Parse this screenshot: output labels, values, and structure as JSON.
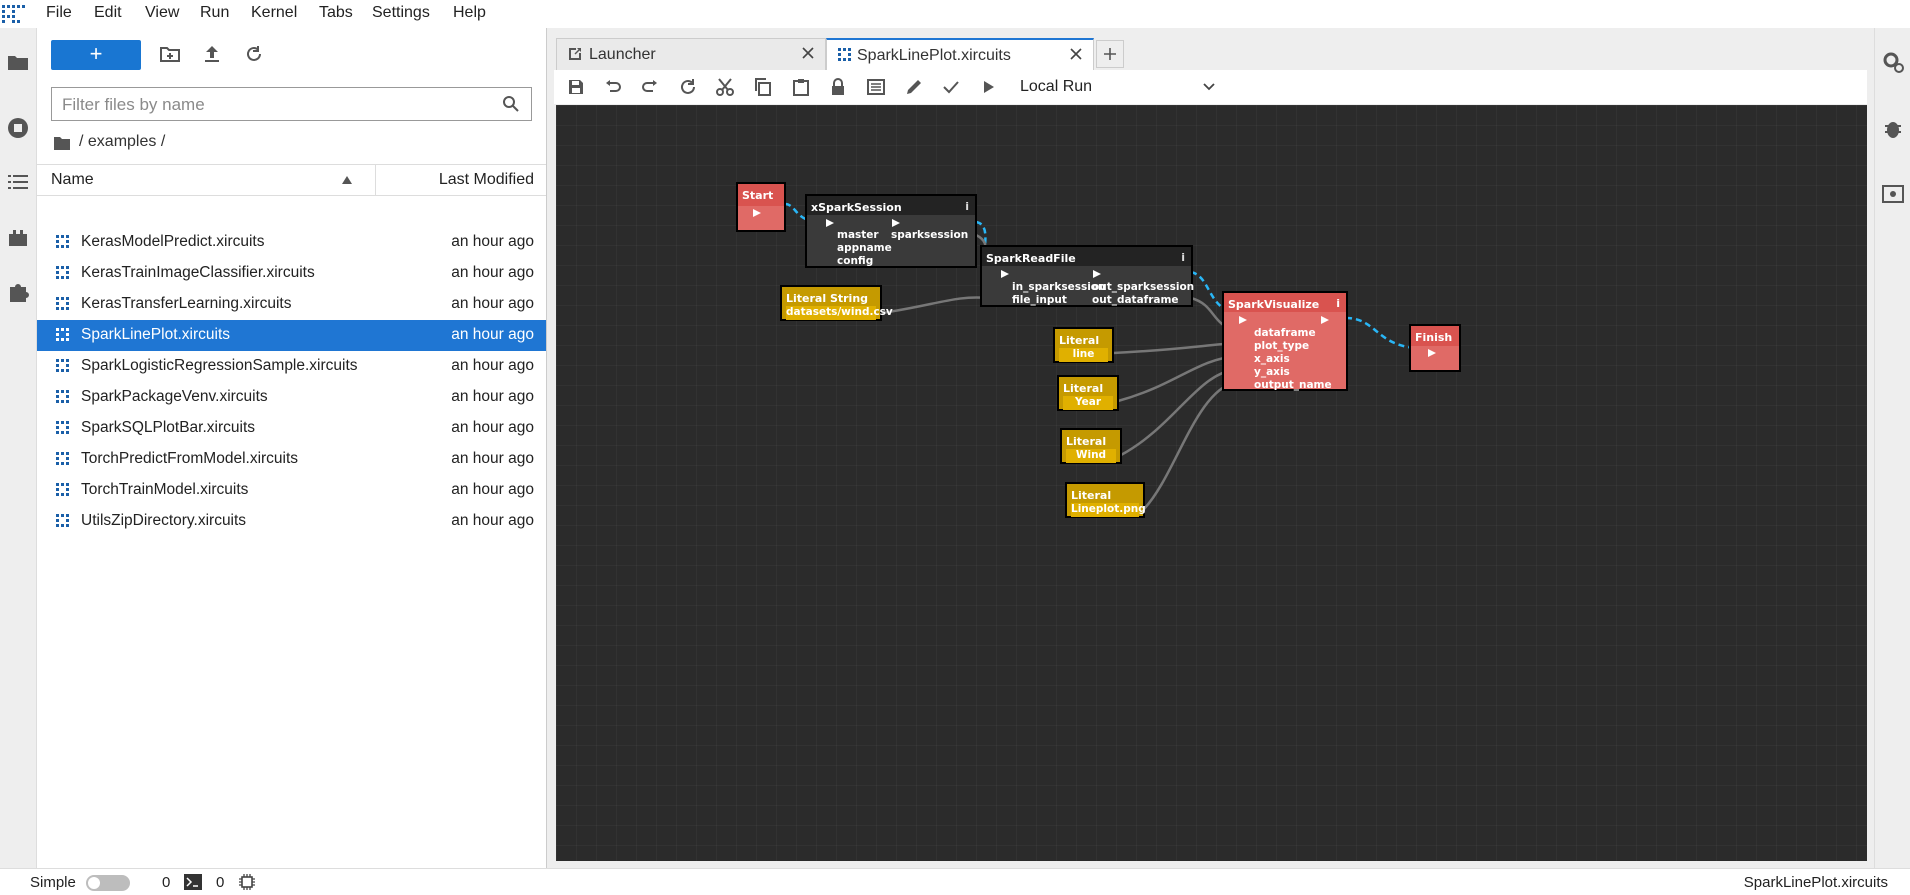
{
  "menubar": {
    "items": [
      "File",
      "Edit",
      "View",
      "Run",
      "Kernel",
      "Tabs",
      "Settings",
      "Help"
    ]
  },
  "filebrowser": {
    "new_label": "+",
    "filter_placeholder": "Filter files by name",
    "breadcrumb": "/ examples /",
    "headers": {
      "name": "Name",
      "modified": "Last Modified"
    },
    "files": [
      {
        "name": "KerasModelPredict.xircuits",
        "modified": "an hour ago"
      },
      {
        "name": "KerasTrainImageClassifier.xircuits",
        "modified": "an hour ago"
      },
      {
        "name": "KerasTransferLearning.xircuits",
        "modified": "an hour ago"
      },
      {
        "name": "SparkLinePlot.xircuits",
        "modified": "an hour ago"
      },
      {
        "name": "SparkLogisticRegressionSample.xircuits",
        "modified": "an hour ago"
      },
      {
        "name": "SparkPackageVenv.xircuits",
        "modified": "an hour ago"
      },
      {
        "name": "SparkSQLPlotBar.xircuits",
        "modified": "an hour ago"
      },
      {
        "name": "TorchPredictFromModel.xircuits",
        "modified": "an hour ago"
      },
      {
        "name": "TorchTrainModel.xircuits",
        "modified": "an hour ago"
      },
      {
        "name": "UtilsZipDirectory.xircuits",
        "modified": "an hour ago"
      }
    ]
  },
  "tabs": [
    {
      "label": "Launcher"
    },
    {
      "label": "SparkLinePlot.xircuits"
    }
  ],
  "toolbar": {
    "runner": "Local Run"
  },
  "nodes": {
    "start": {
      "title": "Start"
    },
    "finish": {
      "title": "Finish"
    },
    "xspark": {
      "title": "xSparkSession",
      "info": "i",
      "in_ports": [
        "master",
        "appname",
        "config"
      ],
      "out_port": "sparksession"
    },
    "readfile": {
      "title": "SparkReadFile",
      "info": "i",
      "in_ports": [
        "in_sparksession",
        "file_input"
      ],
      "out_ports": [
        "out_sparksession",
        "out_dataframe"
      ]
    },
    "visualize": {
      "title": "SparkVisualize",
      "info": "i",
      "in_ports": [
        "dataframe",
        "plot_type",
        "x_axis",
        "y_axis",
        "output_name"
      ]
    },
    "lit1": {
      "title": "Literal String",
      "value": "datasets/wind.csv"
    },
    "lit2": {
      "title": "Literal String",
      "value": "line"
    },
    "lit3": {
      "title": "Literal String",
      "value": "Year"
    },
    "lit4": {
      "title": "Literal String",
      "value": "Wind"
    },
    "lit5": {
      "title": "Literal String",
      "value": "Lineplot.png"
    }
  },
  "statusbar": {
    "mode": "Simple",
    "count1": "0",
    "count2": "0",
    "filename": "SparkLinePlot.xircuits"
  }
}
